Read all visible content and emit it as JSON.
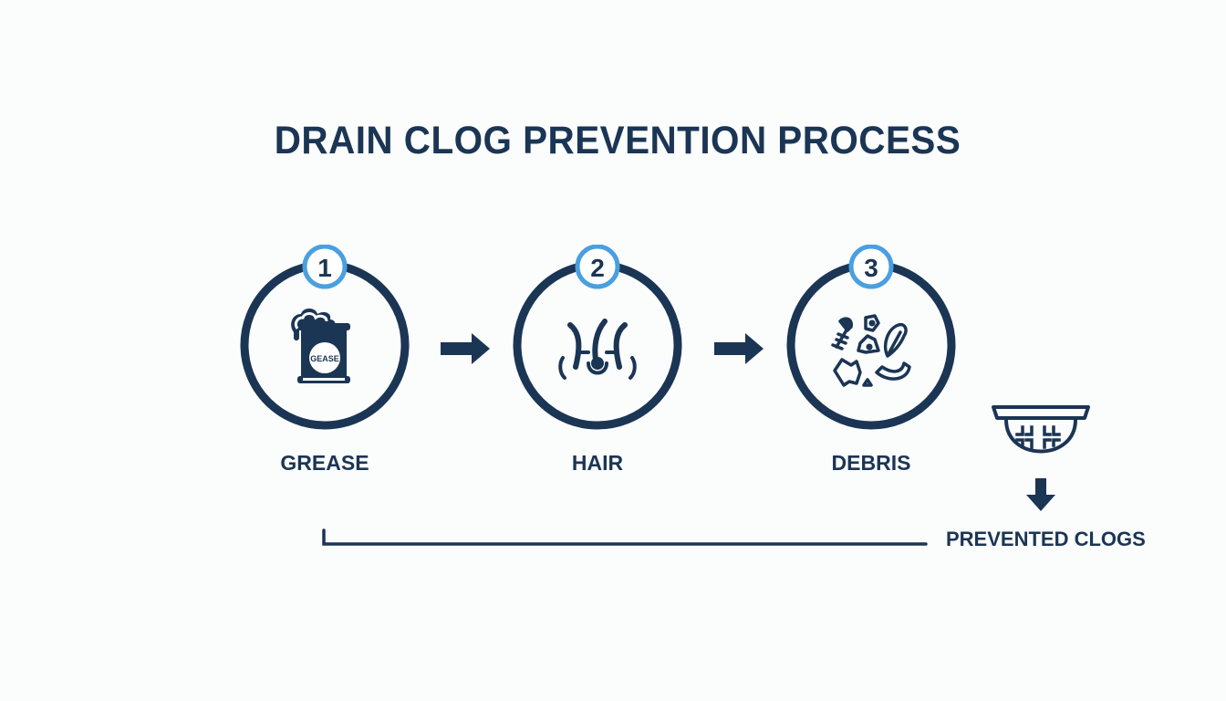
{
  "title": "DRAIN CLOG PREVENTION PROCESS",
  "colors": {
    "primary": "#1b3554",
    "accent": "#4a9fe0",
    "background": "#fbfcfc"
  },
  "steps": [
    {
      "number": "1",
      "label": "GREASE",
      "icon": "grease-can-icon",
      "icon_text": "GEASE"
    },
    {
      "number": "2",
      "label": "HAIR",
      "icon": "hair-follicle-icon"
    },
    {
      "number": "3",
      "label": "DEBRIS",
      "icon": "food-debris-icon"
    }
  ],
  "connectors": [
    {
      "from": "1",
      "to": "2",
      "icon": "arrow-right-icon"
    },
    {
      "from": "2",
      "to": "3",
      "icon": "arrow-right-icon"
    }
  ],
  "result": {
    "icon": "drain-strainer-icon",
    "arrow": "arrow-down-icon",
    "label": "PREVENTED CLOGS"
  }
}
